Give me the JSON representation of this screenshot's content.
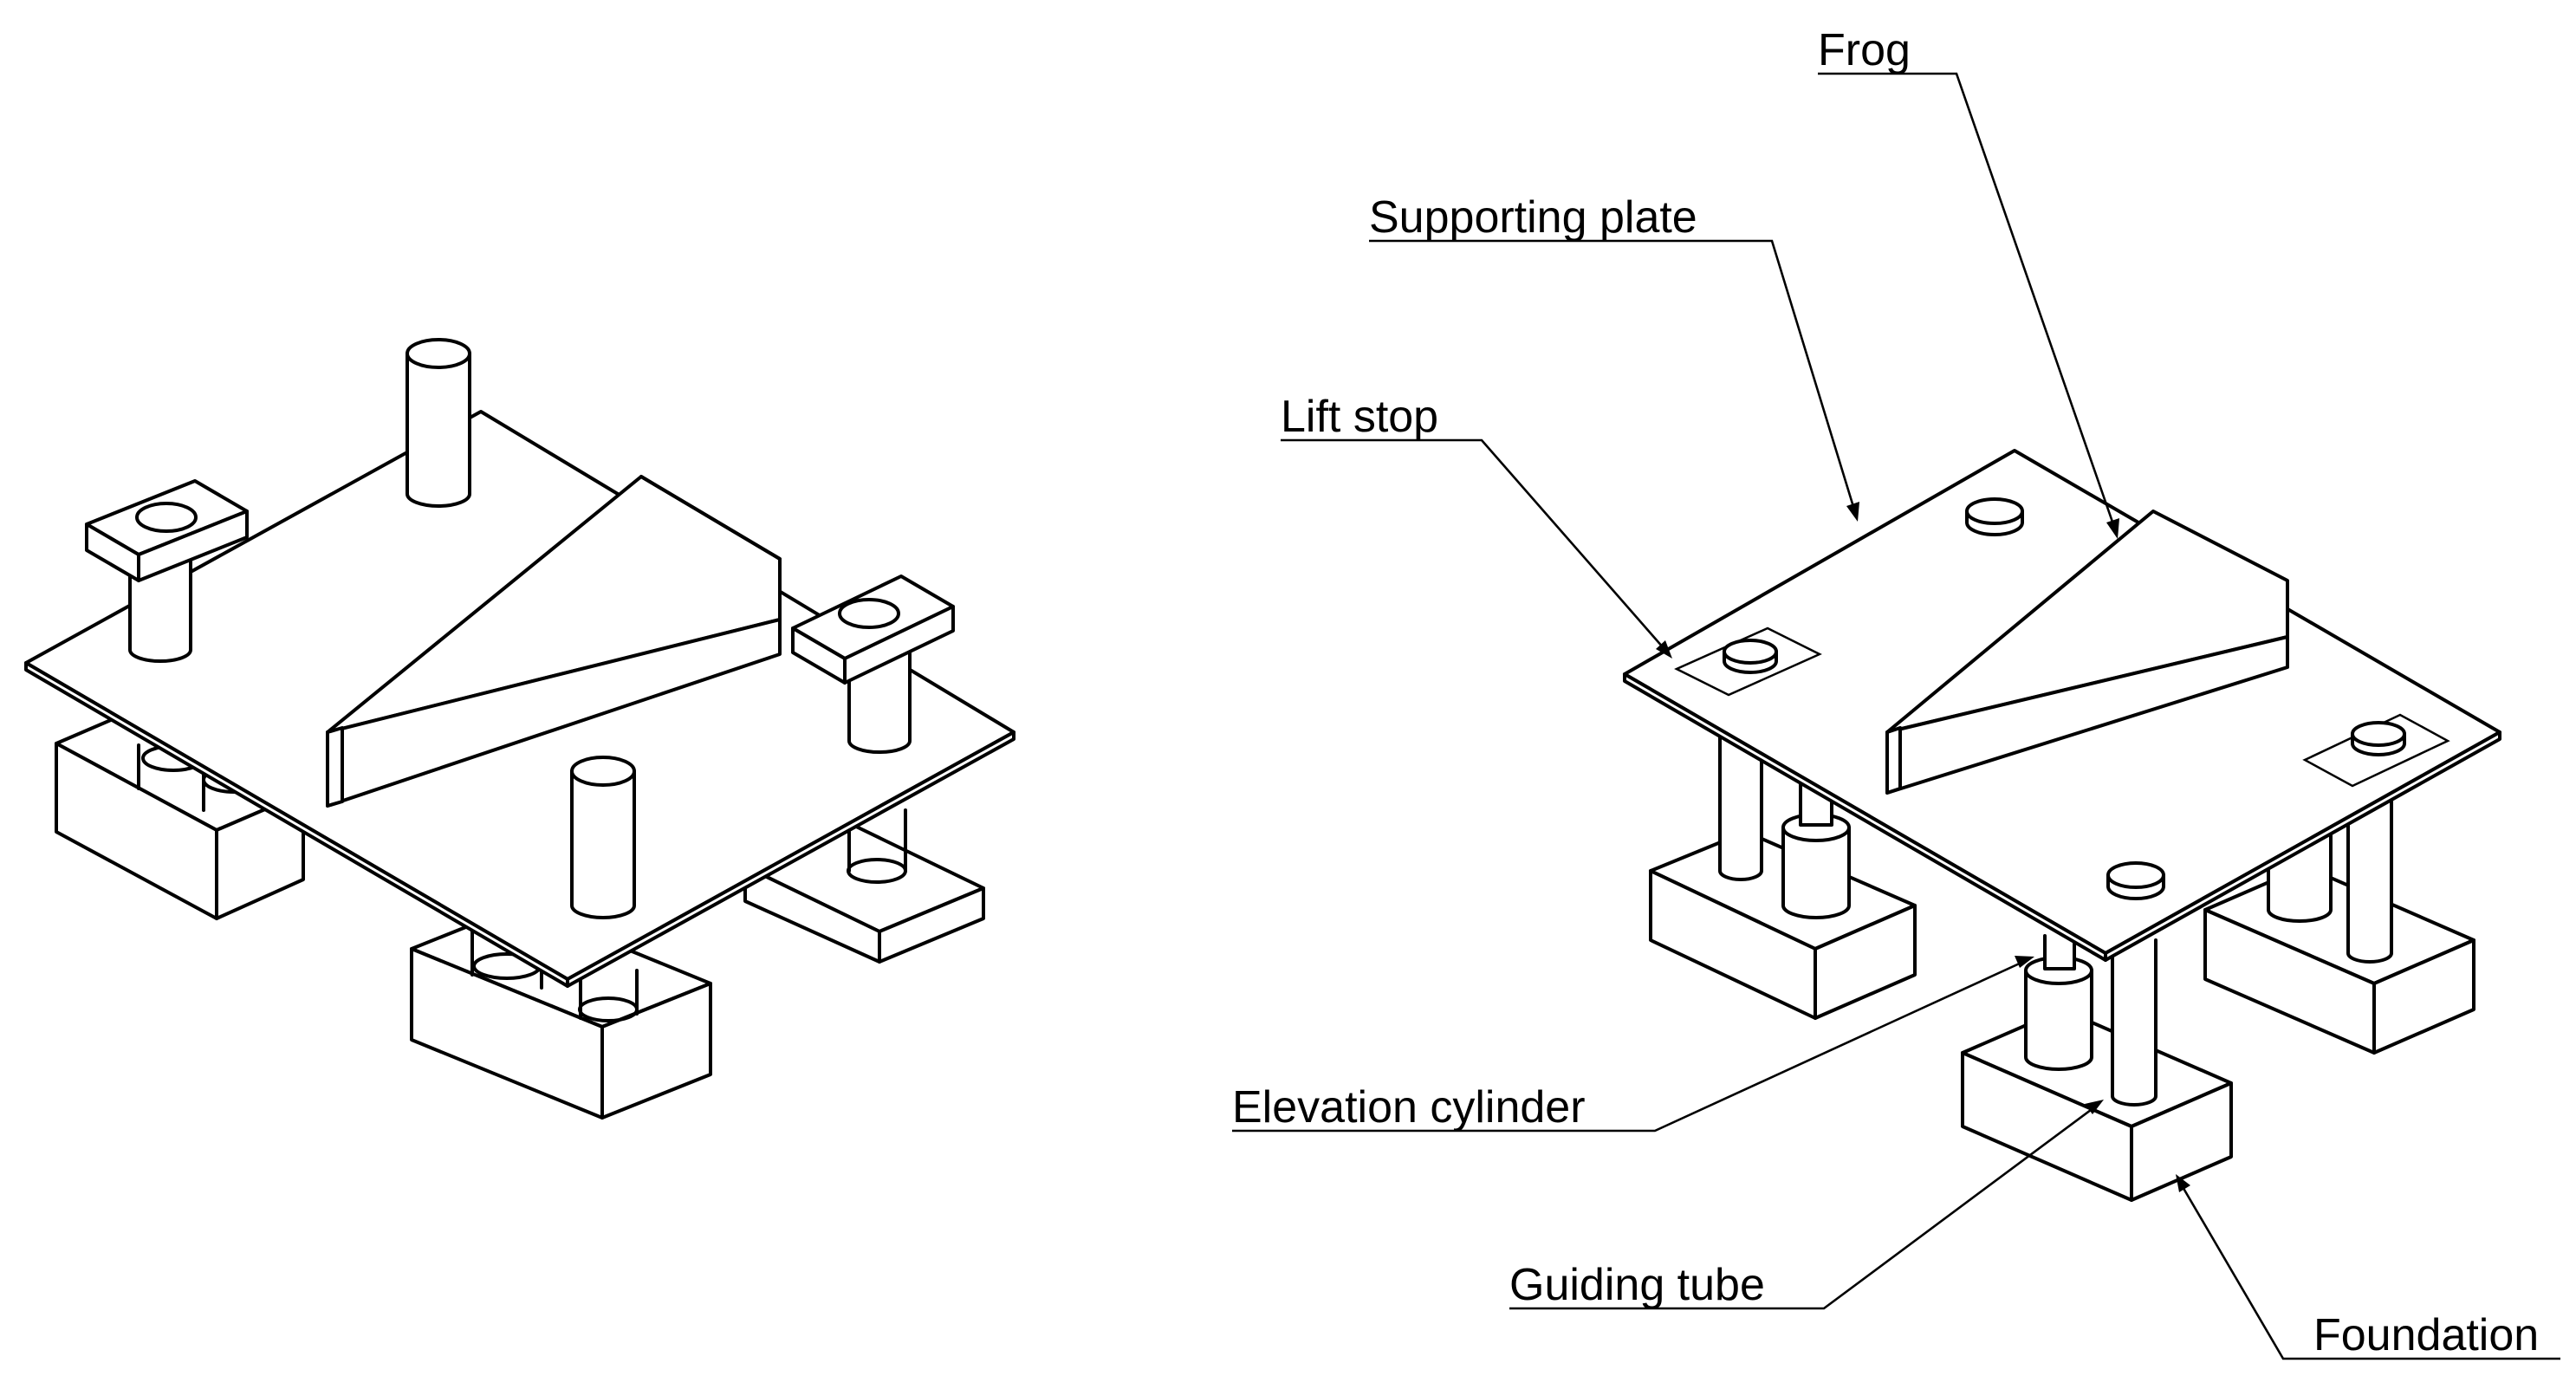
{
  "labels": {
    "frog": "Frog",
    "supporting_plate": "Supporting plate",
    "lift_stop": "Lift stop",
    "elevation_cylinder": "Elevation cylinder",
    "guiding_tube": "Guiding tube",
    "foundation": "Foundation"
  },
  "colors": {
    "line": "#000000",
    "background": "#ffffff"
  }
}
